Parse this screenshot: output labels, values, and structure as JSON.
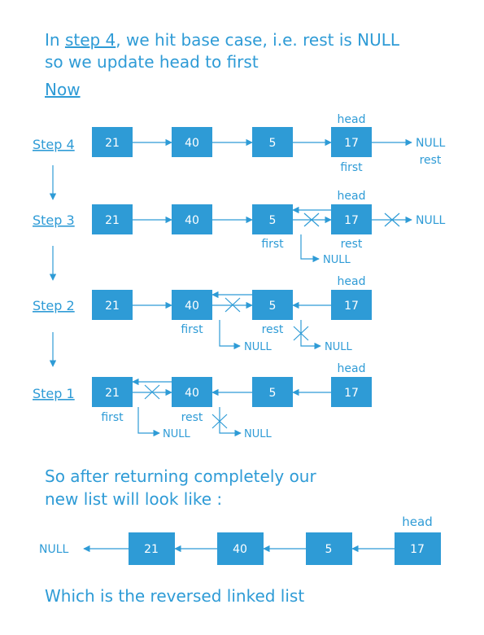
{
  "colors": {
    "accent": "#2E9BD6",
    "node_fill": "#2E9BD6",
    "node_text": "#ffffff",
    "background": "#ffffff"
  },
  "intro": {
    "prefix": "In ",
    "link": "step 4",
    "suffix": ", we hit base case, i.e. rest is NULL",
    "line2": "so we update head to first",
    "now": "Now"
  },
  "steps": [
    {
      "label": "Step 4",
      "nodes": [
        "21",
        "40",
        "5",
        "17"
      ],
      "pointers": {
        "head": "head",
        "first": "first",
        "rest": "rest",
        "null": "NULL"
      }
    },
    {
      "label": "Step 3",
      "nodes": [
        "21",
        "40",
        "5",
        "17"
      ],
      "pointers": {
        "head": "head",
        "first": "first",
        "rest": "rest",
        "null_right": "NULL",
        "null_down": "NULL"
      }
    },
    {
      "label": "Step 2",
      "nodes": [
        "21",
        "40",
        "5",
        "17"
      ],
      "pointers": {
        "head": "head",
        "first": "first",
        "rest": "rest",
        "null_a": "NULL",
        "null_b": "NULL"
      }
    },
    {
      "label": "Step 1",
      "nodes": [
        "21",
        "40",
        "5",
        "17"
      ],
      "pointers": {
        "head": "head",
        "first": "first",
        "rest": "rest",
        "null_a": "NULL",
        "null_b": "NULL"
      }
    }
  ],
  "outro": {
    "line1": "So after returning completely our",
    "line2": "new list will look like :",
    "head": "head",
    "null": "NULL",
    "nodes": [
      "21",
      "40",
      "5",
      "17"
    ],
    "conclusion": "Which is the reversed linked list"
  }
}
